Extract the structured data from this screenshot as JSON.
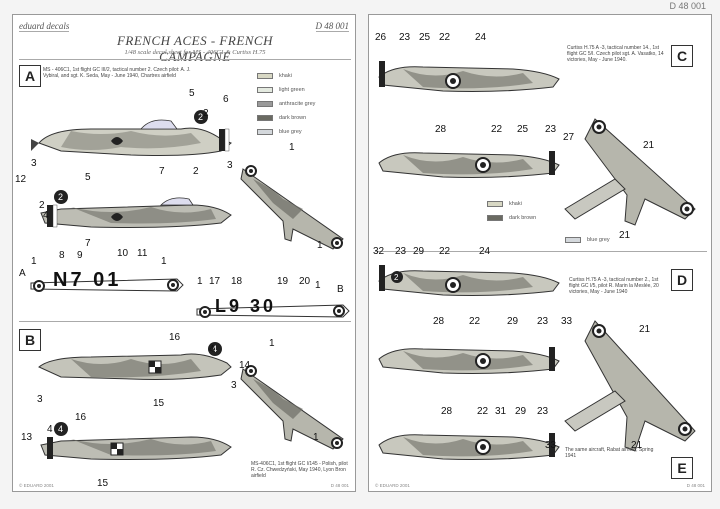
{
  "corner_code": "D 48 001",
  "colors": {
    "khaki": "#d8d8c4",
    "light_green": "#e4eae0",
    "anthracite_grey": "#9a9a9a",
    "dark_brown": "#6a6a62",
    "blue_grey": "#d4d8dc",
    "roundel_blue": "#1a1a1a",
    "ink": "#222222"
  },
  "left_sheet": {
    "brand": "eduard decals",
    "code": "D 48 001",
    "title": "FRENCH ACES - FRENCH CAMPAGNE",
    "subtitle": "1/48 scale decal sheet for MS - 406C1 & Curtiss H.75",
    "sections": [
      {
        "letter": "A",
        "note": "MS - 406C1, 1st flight GC III/2, tactical number 2. Czech pilot: A. J. Vybiral, and sgt. K. Seda, May - June 1940, Chartres airfield"
      },
      {
        "letter": "B",
        "note": "MS-406C1, 1st flight GC I/145 - Polish, pilot R. Cz. Chwedzyński, May 1940, Lyon Bron airfield"
      }
    ],
    "legend": [
      {
        "label": "khaki"
      },
      {
        "label": "light green"
      },
      {
        "label": "anthracite grey"
      },
      {
        "label": "dark brown"
      },
      {
        "label": "blue grey"
      }
    ],
    "callouts": [
      "5",
      "2",
      "6",
      "1",
      "7",
      "2",
      "3",
      "3",
      "5",
      "12",
      "2",
      "4",
      "7",
      "1",
      "1",
      "8",
      "9",
      "10",
      "11",
      "1",
      "A",
      "1",
      "17",
      "18",
      "19",
      "20",
      "1",
      "B",
      "16",
      "4",
      "1",
      "14",
      "3",
      "15",
      "3",
      "16",
      "13",
      "4",
      "15",
      "1"
    ],
    "wing_codes": [
      {
        "text": "N7 01"
      },
      {
        "text": "L9 30"
      }
    ],
    "footer_left": "© EDUARD 2001",
    "footer_right": "D 48 001"
  },
  "right_sheet": {
    "sections": [
      {
        "letter": "C",
        "note": "Curtiss H.75 A -3, tactical number 14., 1st flight GC 5/I. Czech pilot sgt. A. Vasatko, 14 victories, May - June 1940."
      },
      {
        "letter": "D",
        "note": "Curtiss H.75 A -3, tactical number 2., 1st flight GC I/5, pilot R. Marin la Meslée, 20 victories, May - June 1940"
      },
      {
        "letter": "E",
        "note": "The same aircraft, Rabat airfield, Spring 1941"
      }
    ],
    "legend": [
      {
        "label": "khaki"
      },
      {
        "label": "dark brown"
      },
      {
        "label": "blue grey"
      }
    ],
    "callouts": [
      "26",
      "23",
      "25",
      "22",
      "24",
      "28",
      "22",
      "25",
      "23",
      "27",
      "21",
      "21",
      "32",
      "23",
      "29",
      "22",
      "24",
      "28",
      "22",
      "29",
      "23",
      "33",
      "21",
      "28",
      "22",
      "31",
      "29",
      "23",
      "33",
      "21"
    ],
    "footer_left": "© EDUARD 2001",
    "footer_right": "D 48 001"
  }
}
